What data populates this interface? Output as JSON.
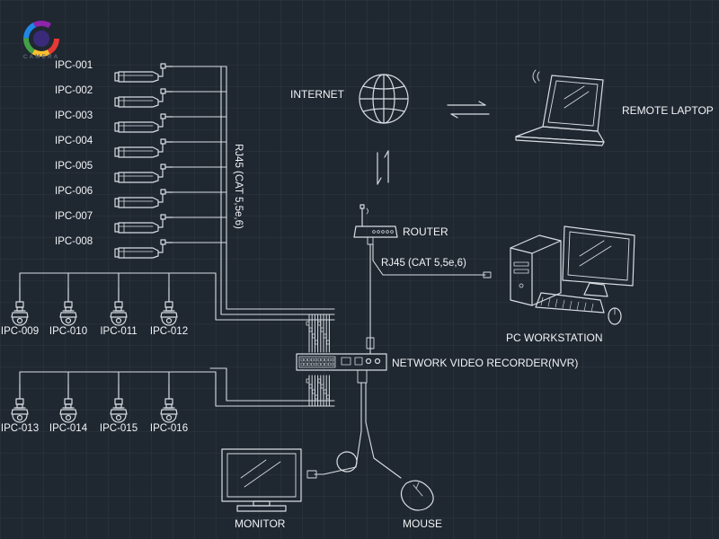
{
  "logo": {
    "text": "CAMERA"
  },
  "cameras_top": [
    "IPC-001",
    "IPC-002",
    "IPC-003",
    "IPC-004",
    "IPC-005",
    "IPC-006",
    "IPC-007",
    "IPC-008"
  ],
  "cameras_row1": [
    "IPC-009",
    "IPC-010",
    "IPC-011",
    "IPC-012"
  ],
  "cameras_row2": [
    "IPC-013",
    "IPC-014",
    "IPC-015",
    "IPC-016"
  ],
  "labels": {
    "rj45_vertical": "RJ45 (CAT 5,5e,6)",
    "rj45_router": "RJ45 (CAT 5,5e,6)",
    "internet": "INTERNET",
    "remote_laptop": "REMOTE LAPTOP",
    "router": "ROUTER",
    "pc_workstation": "PC WORKSTATION",
    "nvr": "NETWORK VIDEO RECORDER(NVR)",
    "monitor": "MONITOR",
    "mouse": "MOUSE"
  },
  "colors": {
    "background": "#1f2731",
    "line": "#d8dde2",
    "text": "#f2f4f6"
  },
  "icons": [
    "bullet-camera-icon",
    "dome-camera-icon",
    "globe-icon",
    "laptop-icon",
    "router-icon",
    "pc-workstation-icon",
    "nvr-icon",
    "monitor-icon",
    "mouse-icon",
    "bidirectional-arrows-icon"
  ]
}
